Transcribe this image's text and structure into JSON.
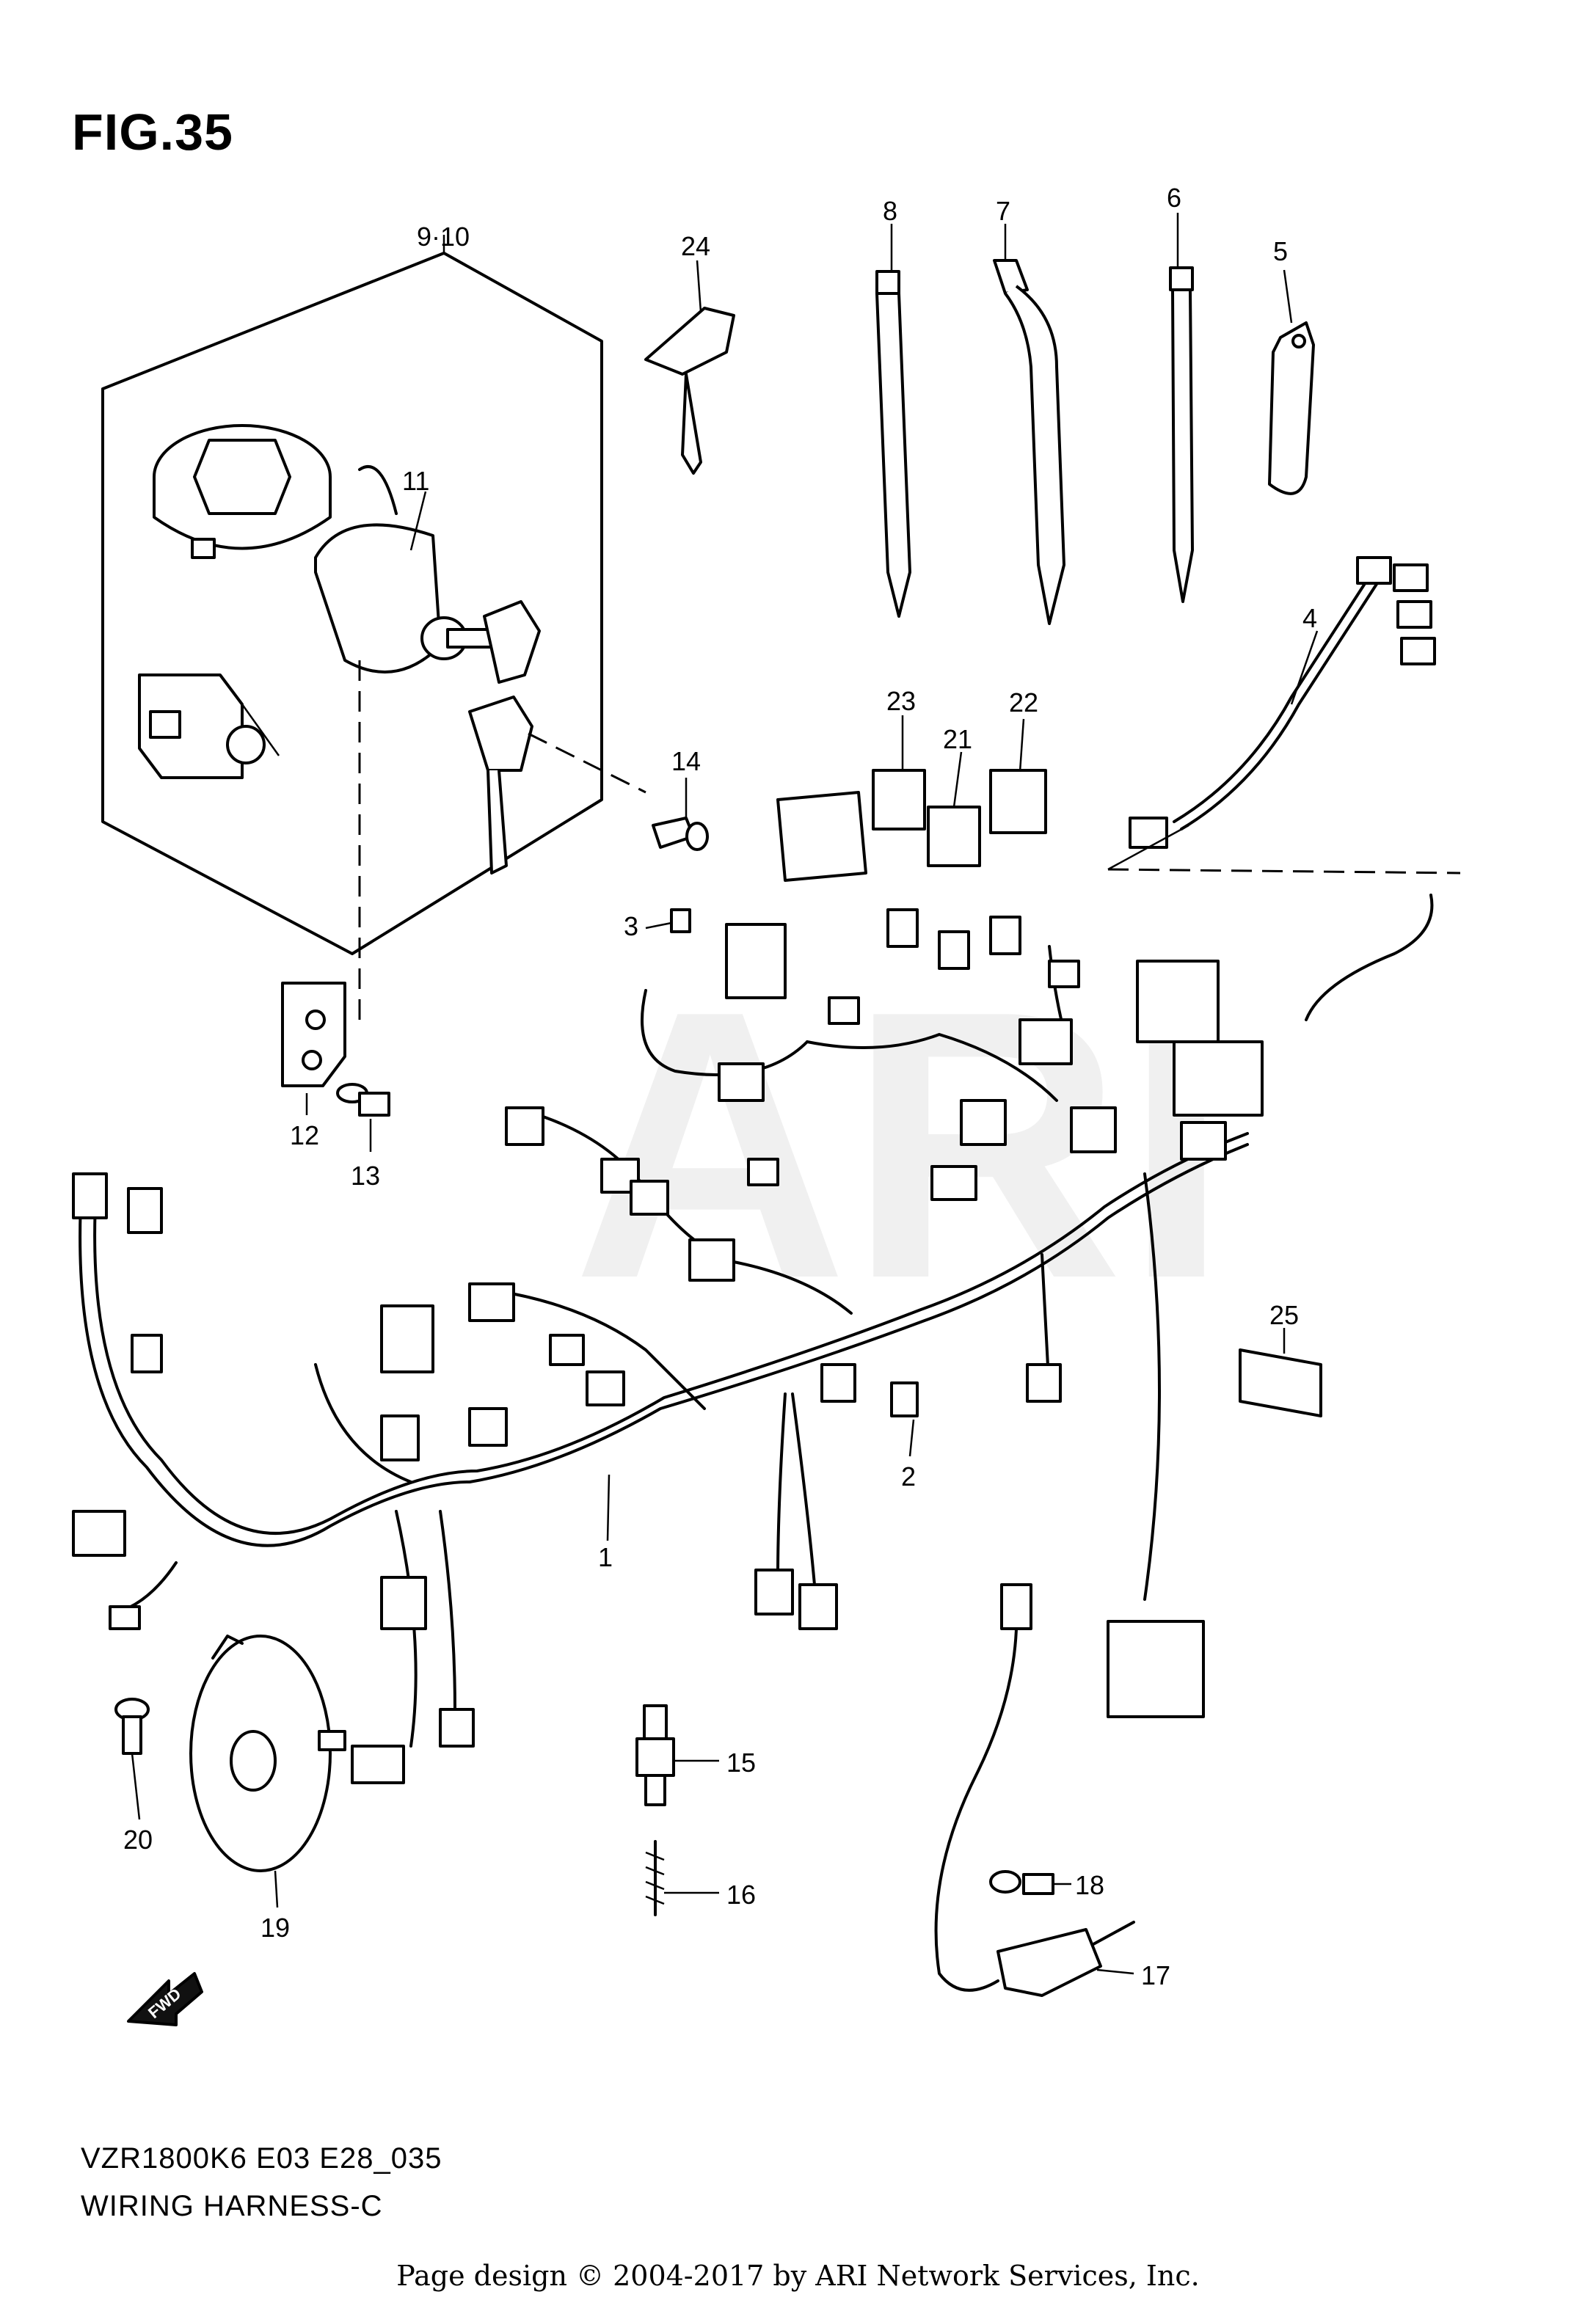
{
  "figure_title": "FIG.35",
  "model_code": "VZR1800K6 E03 E28_035",
  "section_title": "WIRING HARNESS-C",
  "copyright": "Page design © 2004-2017 by ARI Network Services, Inc.",
  "watermark": "ARI",
  "direction_marker": "FWD",
  "callouts": {
    "c1": "1",
    "c2": "2",
    "c3": "3",
    "c4": "4",
    "c5": "5",
    "c6": "6",
    "c7": "7",
    "c8": "8",
    "c9_10": "9·10",
    "c11": "11",
    "c12": "12",
    "c13": "13",
    "c14": "14",
    "c15": "15",
    "c16": "16",
    "c17": "17",
    "c18": "18",
    "c19": "19",
    "c20": "20",
    "c21": "21",
    "c22": "22",
    "c23": "23",
    "c24": "24",
    "c25": "25"
  }
}
